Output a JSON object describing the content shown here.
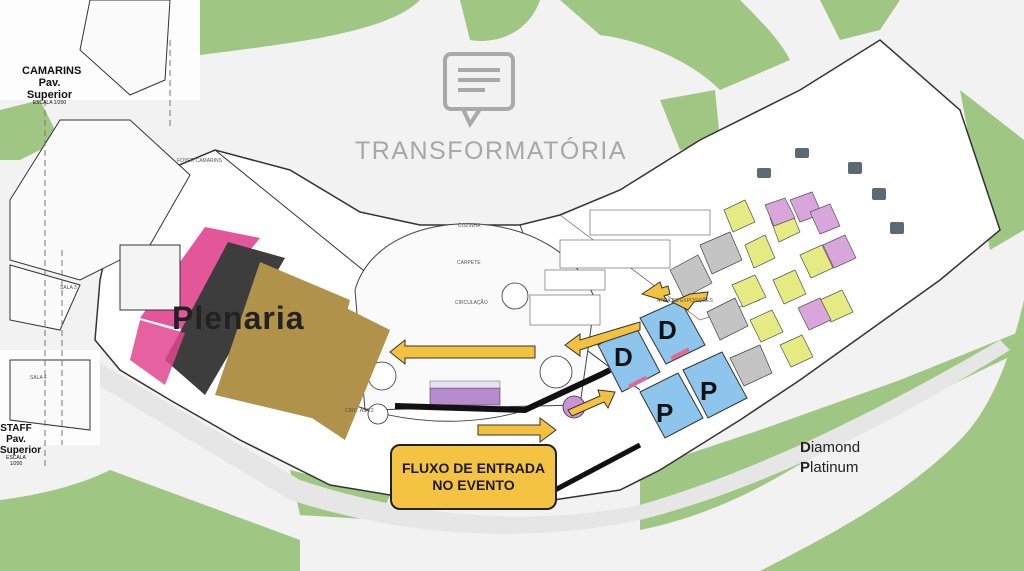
{
  "brand": {
    "text": "TRANSFORMATÓRIA",
    "logo_icon": "document-chat-icon"
  },
  "labels": {
    "camarins_title": "CAMARINS",
    "camarins_sub": "Pav. Superior",
    "camarins_scale": "ESCALA 1/200",
    "staff_title": "STAFF",
    "staff_sub1": "Pav.",
    "staff_sub2": "Superior",
    "staff_scale": "ESCALA 1/200",
    "plenaria": "Plenaria"
  },
  "callout": {
    "line1": "FLUXO DE ENTRADA",
    "line2": "NO EVENTO"
  },
  "legend": {
    "diamond_initial": "D",
    "diamond_rest": "iamond",
    "platinum_initial": "P",
    "platinum_rest": "latinum"
  },
  "booths": [
    {
      "letter": "D",
      "tier": "Diamond"
    },
    {
      "letter": "D",
      "tier": "Diamond"
    },
    {
      "letter": "P",
      "tier": "Platinum"
    },
    {
      "letter": "P",
      "tier": "Platinum"
    }
  ],
  "room_labels": {
    "circulacao": "CIRCULAÇÃO",
    "cozinha": "COZINHA",
    "carpete": "CARPETE",
    "foyer": "FOYER CAMARINS",
    "sala_3": "SALA 3",
    "sala_4": "SALA 4",
    "area_exposicoes": "ÁREA DE EXPOSIÇÕES",
    "circ_asa": "CIRC. ASA 2"
  },
  "colors": {
    "grass": "#9fc783",
    "road": "#e9e9e9",
    "booth_blue": "#8ec5ec",
    "booth_green": "#e6ea82",
    "booth_purple": "#d9a6dc",
    "booth_gray": "#c4c4c4",
    "seat_gold": "#b0924a",
    "seat_dark": "#3d3d3d",
    "seat_pink": "#e0458f",
    "arrow_yellow": "#f2c13f",
    "callout_fill": "#f5c342"
  }
}
